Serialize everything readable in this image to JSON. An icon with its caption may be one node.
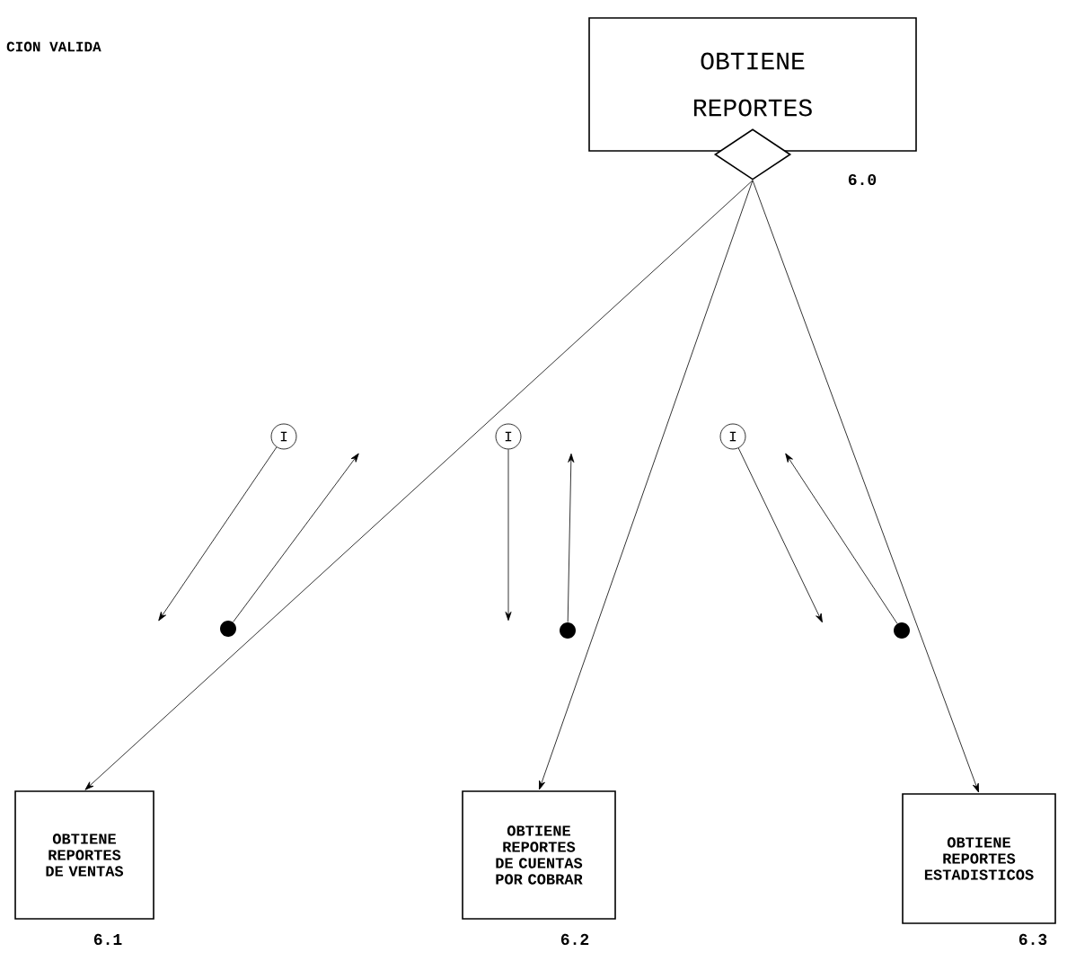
{
  "diagram": {
    "nodes": [
      {
        "text": [
          "OBTIENE REPORTES"
        ],
        "beside": [
          "6.0"
        ]
      },
      {
        "text": [],
        "shape": "diamond"
      },
      {
        "text": [
          "OBTIENE REPORTES DE VENTAS"
        ],
        "beside": [
          "6.1"
        ]
      },
      {
        "text": [
          "OBTIENE REPORTES DE CUENTAS POR COBRAR"
        ],
        "beside": [
          "6.2"
        ]
      },
      {
        "text": [
          "OBTIENE REPORTES ESTADISTICOS"
        ],
        "beside": [
          "6.3"
        ]
      },
      {
        "text": [
          "I"
        ]
      },
      {
        "text": [
          "I"
        ]
      },
      {
        "text": [
          "I"
        ]
      },
      {
        "text": [],
        "shape": "circle"
      },
      {
        "text": [],
        "shape": "circle"
      },
      {
        "text": [],
        "shape": "circle"
      }
    ],
    "edges": [
      {
        "from": 1,
        "to": 2,
        "arrow": "to"
      },
      {
        "from": 1,
        "to": 3,
        "arrow": "to"
      },
      {
        "from": 1,
        "to": 4,
        "arrow": "to"
      },
      {
        "from": 5,
        "to": null,
        "arrow": "to"
      },
      {
        "from": 8,
        "to": null,
        "arrow": "to"
      },
      {
        "from": 6,
        "to": null,
        "arrow": "to"
      },
      {
        "from": 9,
        "to": null,
        "arrow": "to"
      },
      {
        "from": 7,
        "to": null,
        "arrow": "to"
      },
      {
        "from": 10,
        "to": null,
        "arrow": "to"
      }
    ],
    "labels": [
      "CION VALIDA"
    ]
  }
}
